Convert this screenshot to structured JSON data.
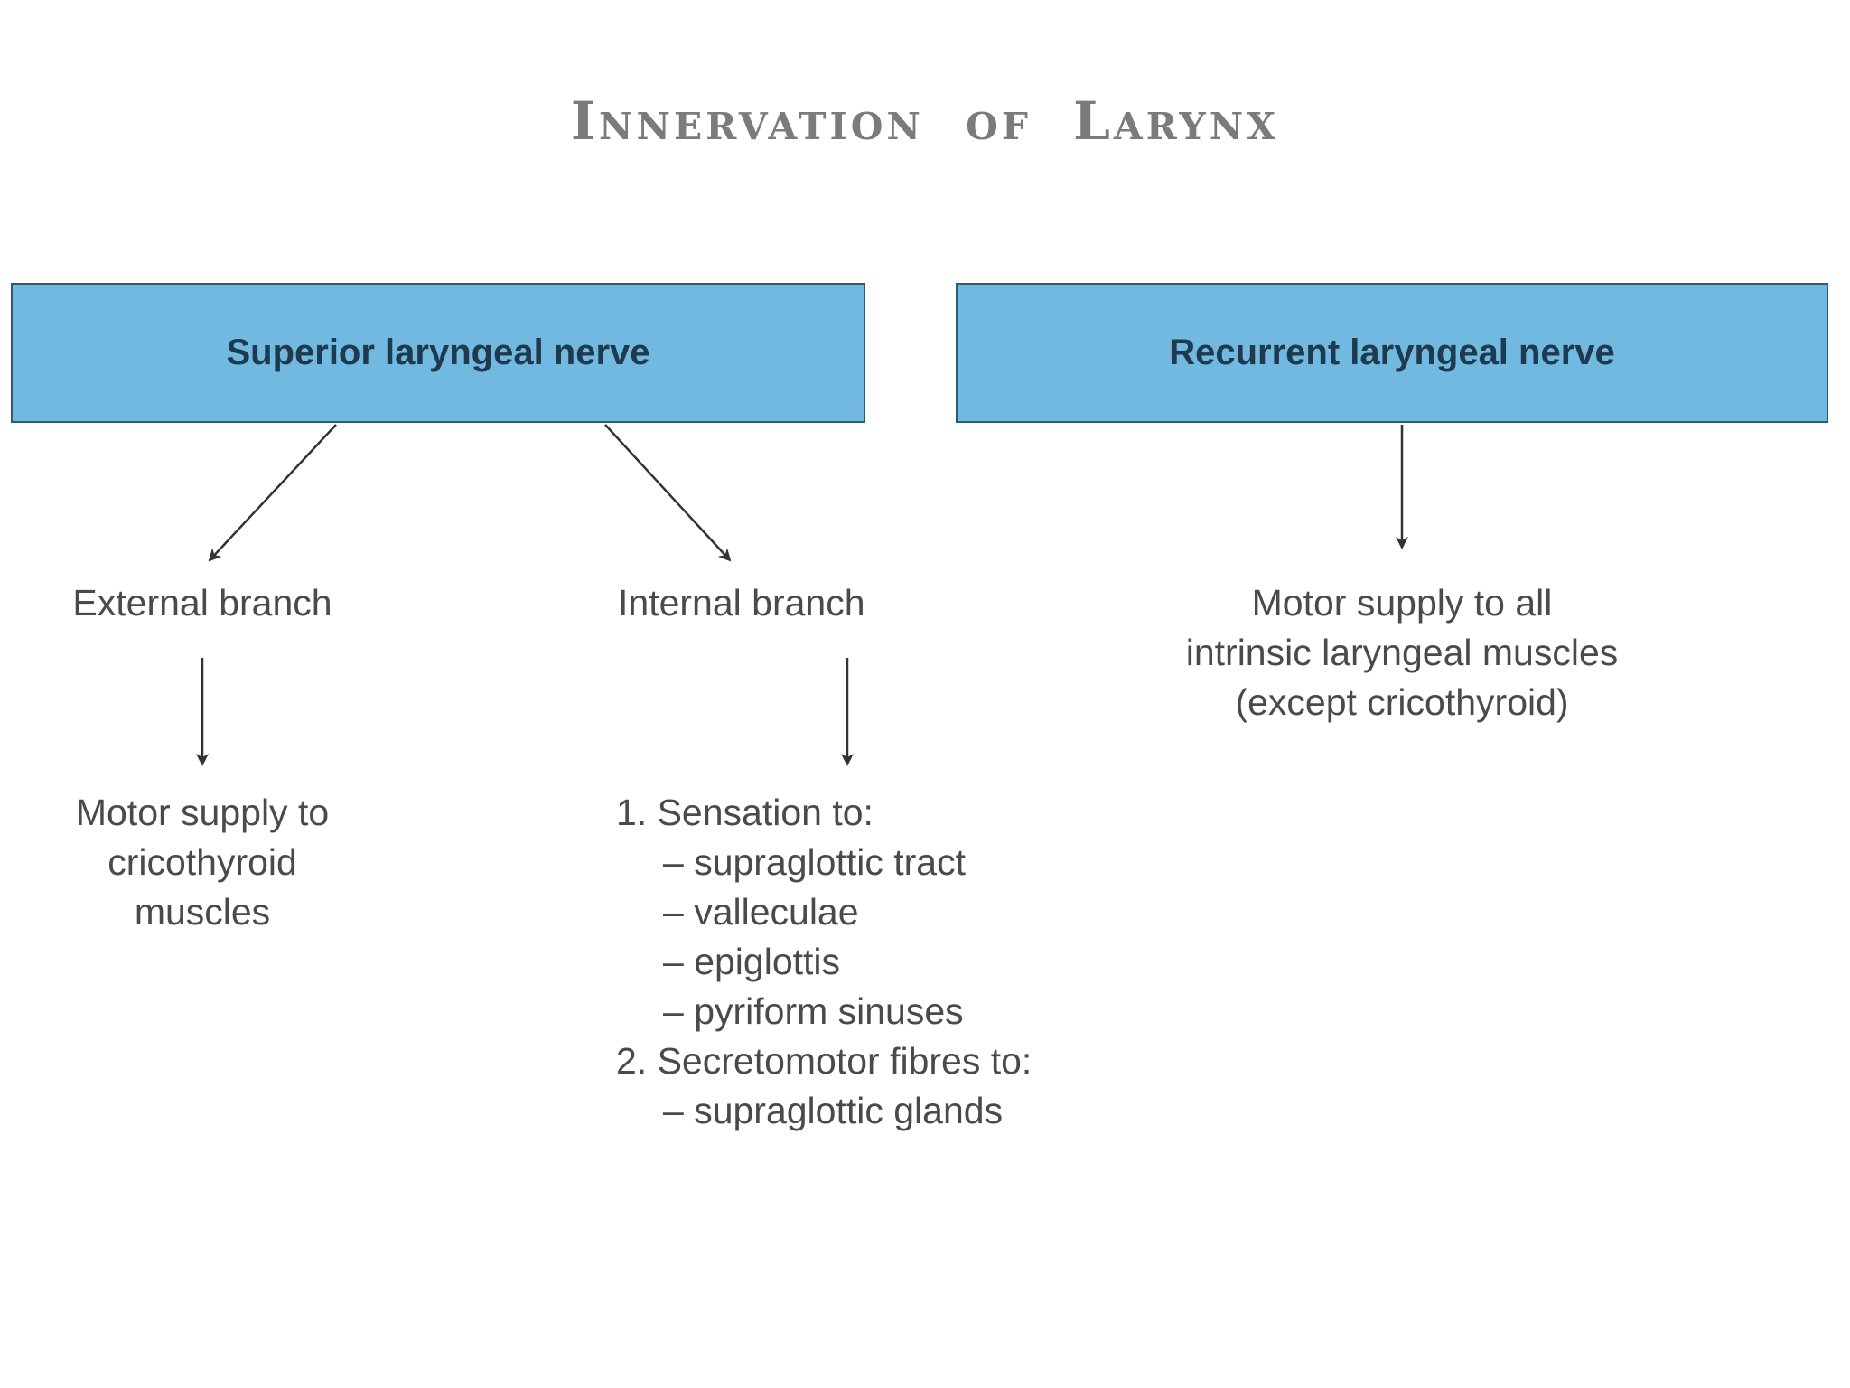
{
  "title": "Innervation of Larynx",
  "nerves": {
    "superior": "Superior laryngeal nerve",
    "recurrent": "Recurrent laryngeal nerve"
  },
  "branches": {
    "external": {
      "label": "External branch",
      "supply": [
        "Motor supply to",
        "cricothyroid",
        "muscles"
      ]
    },
    "internal": {
      "label": "Internal branch",
      "supply": [
        "1. Sensation to:",
        "– supraglottic tract",
        "– valleculae",
        "– epiglottis",
        "– pyriform sinuses",
        "2. Secretomotor fibres to:",
        "– supraglottic glands"
      ]
    }
  },
  "recurrent_supply": [
    "Motor supply to all",
    "intrinsic laryngeal muscles",
    "(except cricothyroid)"
  ],
  "colors": {
    "box_fill": "#72b9e1",
    "box_border": "#2e5a73",
    "box_text": "#1e3a4d",
    "body_text": "#4a4a4a",
    "title_text": "#7b7b7b"
  }
}
